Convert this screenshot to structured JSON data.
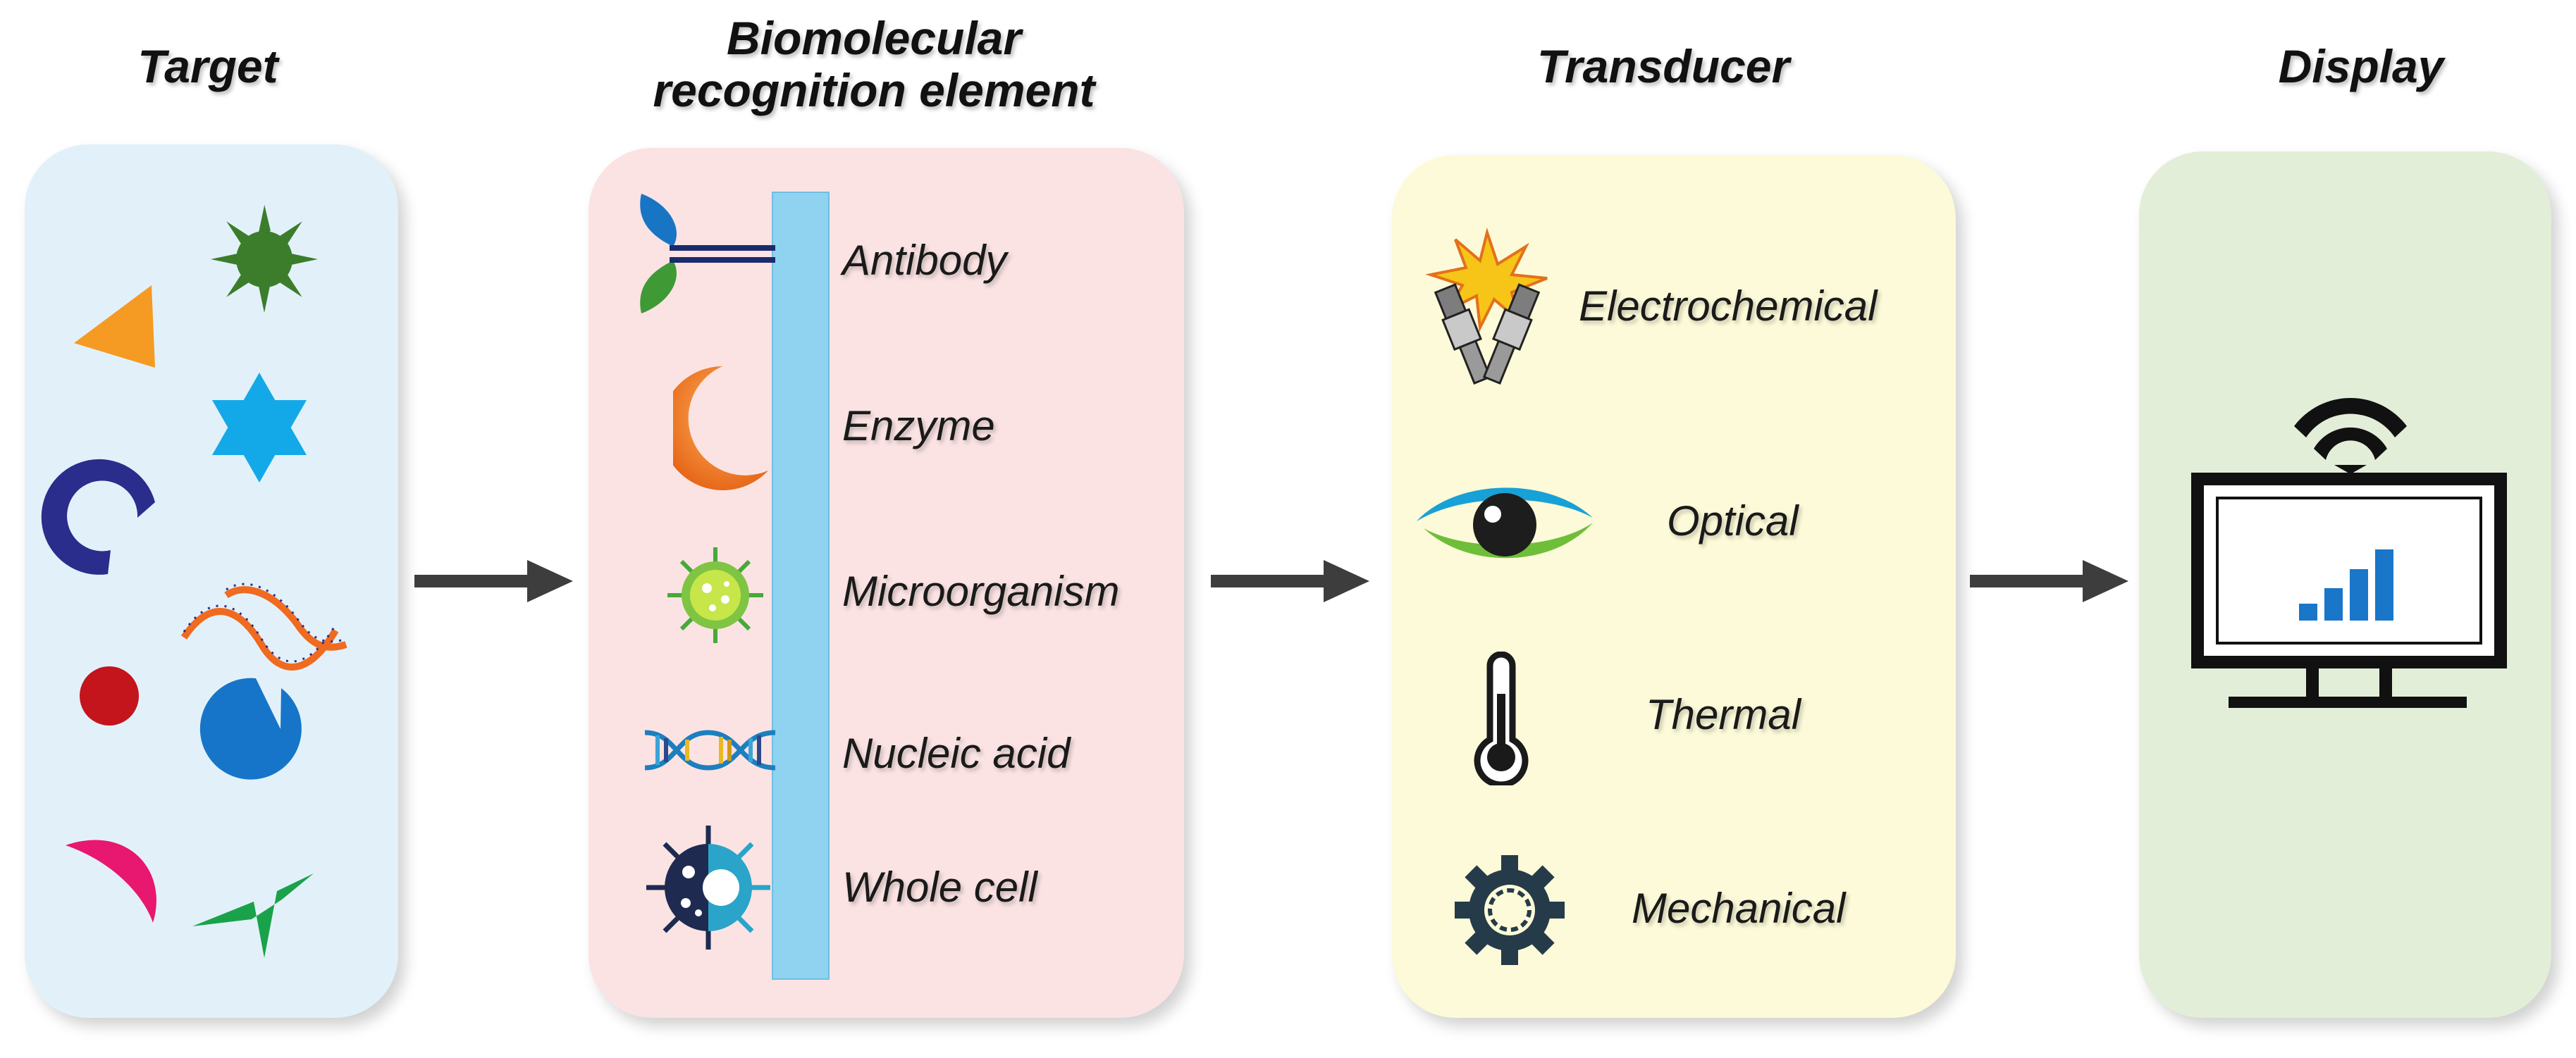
{
  "stages": {
    "target": {
      "title": "Target"
    },
    "recognition": {
      "title_line1": "Biomolecular",
      "title_line2": "recognition element",
      "items": [
        {
          "label": "Antibody",
          "icon": "antibody-icon"
        },
        {
          "label": "Enzyme",
          "icon": "enzyme-icon"
        },
        {
          "label": "Microorganism",
          "icon": "microorganism-icon"
        },
        {
          "label": "Nucleic acid",
          "icon": "dna-icon"
        },
        {
          "label": "Whole cell",
          "icon": "whole-cell-icon"
        }
      ]
    },
    "transducer": {
      "title": "Transducer",
      "items": [
        {
          "label": "Electrochemical",
          "icon": "electrodes-spark-icon"
        },
        {
          "label": "Optical",
          "icon": "eye-icon"
        },
        {
          "label": "Thermal",
          "icon": "thermometer-icon"
        },
        {
          "label": "Mechanical",
          "icon": "gear-icon"
        }
      ]
    },
    "display": {
      "title": "Display",
      "icon": "monitor-wifi-bar-chart-icon"
    }
  },
  "colors": {
    "target_panel": "#e2f1f9",
    "recognition_panel": "#fbe3e3",
    "transducer_panel": "#fcfad8",
    "display_panel": "#e3eed8",
    "arrow": "#3d3d3d",
    "surface_strip": "#8fd3f0"
  }
}
